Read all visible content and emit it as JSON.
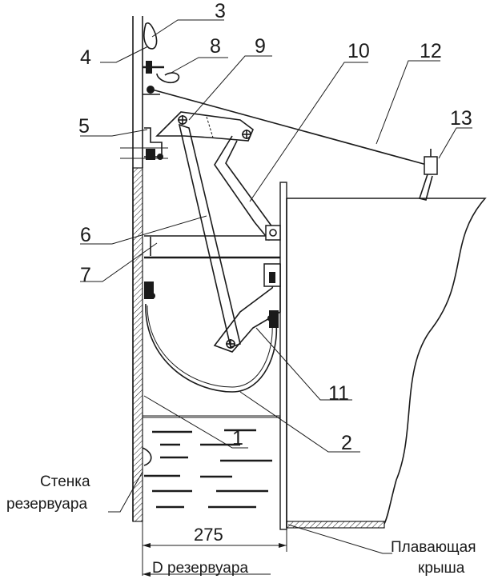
{
  "callouts": {
    "c1": "1",
    "c2": "2",
    "c3": "3",
    "c4": "4",
    "c5": "5",
    "c6": "6",
    "c7": "7",
    "c8": "8",
    "c9": "9",
    "c10": "10",
    "c11": "11",
    "c12": "12",
    "c13": "13"
  },
  "captions": {
    "wall_line1": "Стенка",
    "wall_line2": "резервуара",
    "roof_line1": "Плавающая",
    "roof_line2": "крыша",
    "diameter": "D резервуара"
  },
  "dimension": "275",
  "colors": {
    "line": "#1a1a1a",
    "background": "#ffffff"
  }
}
